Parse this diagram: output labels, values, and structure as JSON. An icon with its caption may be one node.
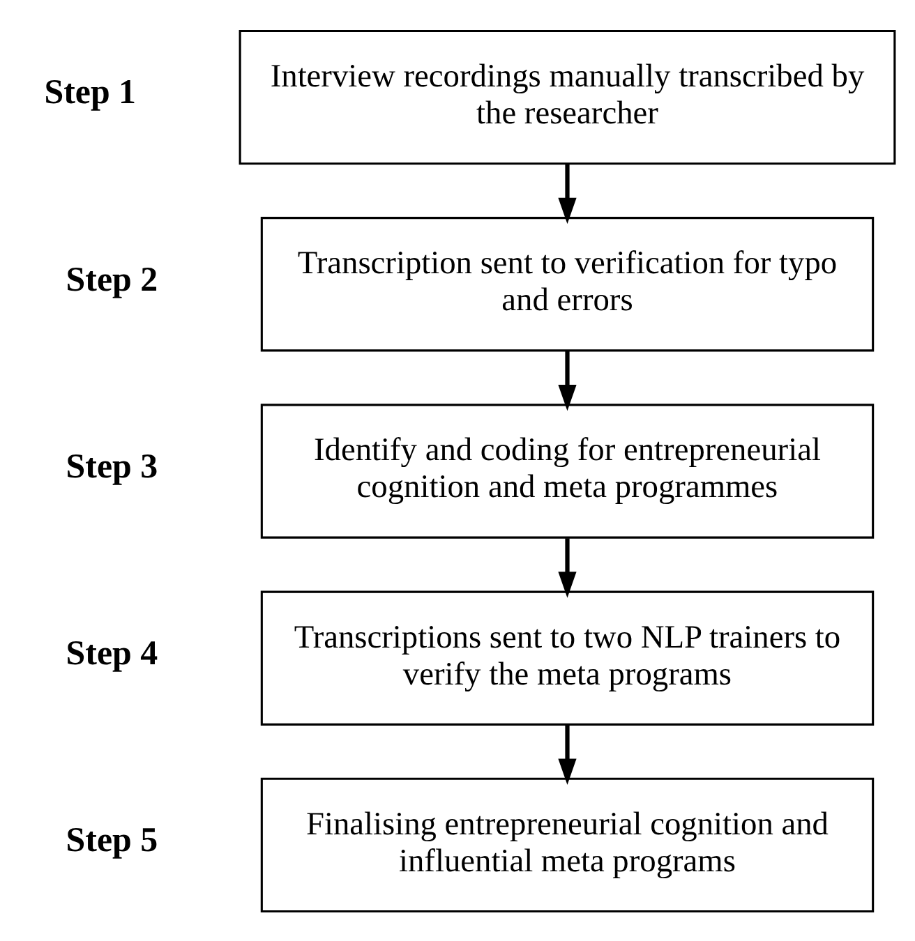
{
  "diagram": {
    "nodes": [
      {
        "text": [
          "Interview recordings manually transcribed by the researcher"
        ],
        "beside": [
          "Step 1"
        ]
      },
      {
        "text": [
          "Transcription sent to verification for typo and errors"
        ],
        "beside": [
          "Step 2"
        ]
      },
      {
        "text": [
          "Identify and coding for entrepreneurial cognition and meta programmes"
        ],
        "beside": [
          "Step 3"
        ]
      },
      {
        "text": [
          "Transcriptions sent to two NLP trainers to verify the meta programs"
        ],
        "beside": [
          "Step 4"
        ]
      },
      {
        "text": [
          "Finalising entrepreneurial cognition and influential meta programs"
        ],
        "beside": [
          "Step 5"
        ]
      }
    ],
    "edges": [
      {
        "from": 0,
        "to": 1,
        "arrow": "to"
      },
      {
        "from": 1,
        "to": 2,
        "arrow": "to"
      },
      {
        "from": 2,
        "to": 3,
        "arrow": "to"
      },
      {
        "from": 3,
        "to": 4,
        "arrow": "to"
      }
    ]
  }
}
